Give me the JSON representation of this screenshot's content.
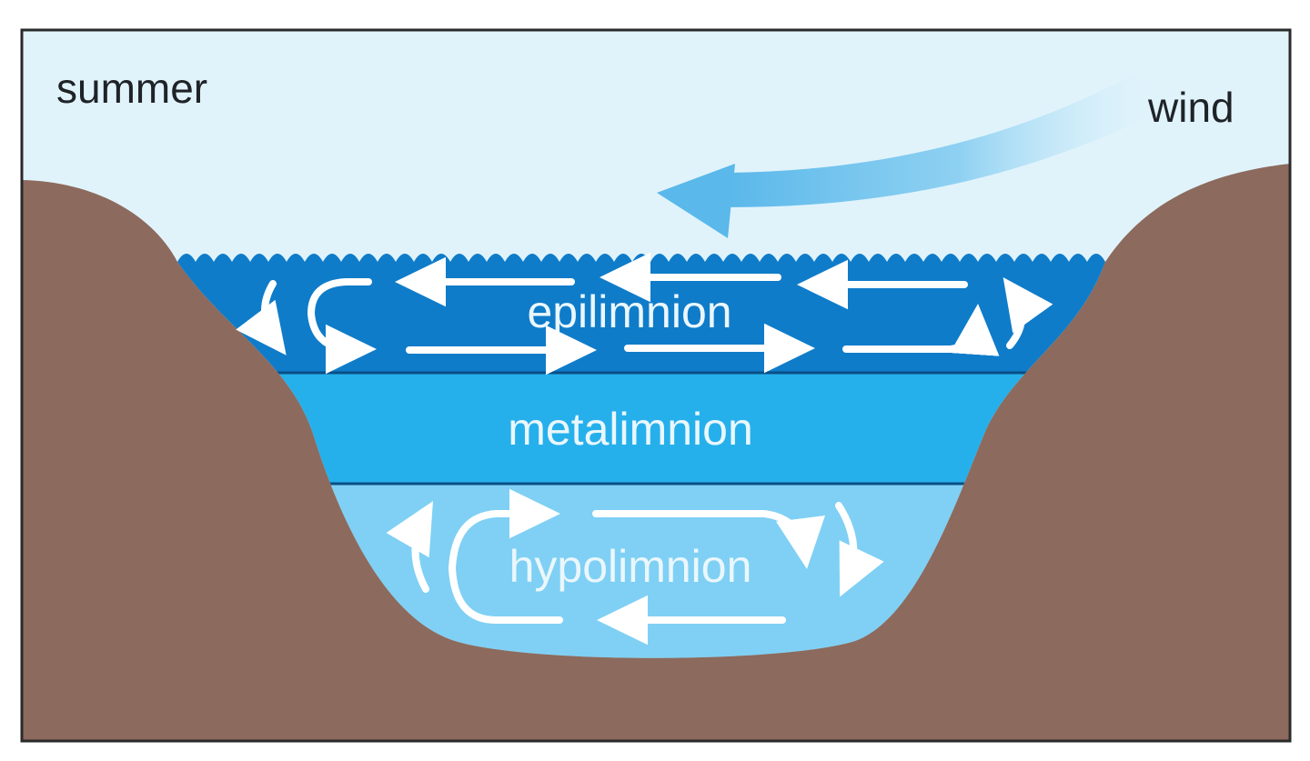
{
  "labels": {
    "season": "summer",
    "wind": "wind",
    "epilimnion": "epilimnion",
    "metalimnion": "metalimnion",
    "hypolimnion": "hypolimnion"
  },
  "colors": {
    "sky": "#e0f3fb",
    "ground": "#8c6a5d",
    "epilimnion": "#0f7cc9",
    "metalimnion": "#26b0eb",
    "hypolimnion": "#7fd0f4",
    "wind_arrow": "#5ab8ea",
    "flow_arrows": "#ffffff"
  }
}
